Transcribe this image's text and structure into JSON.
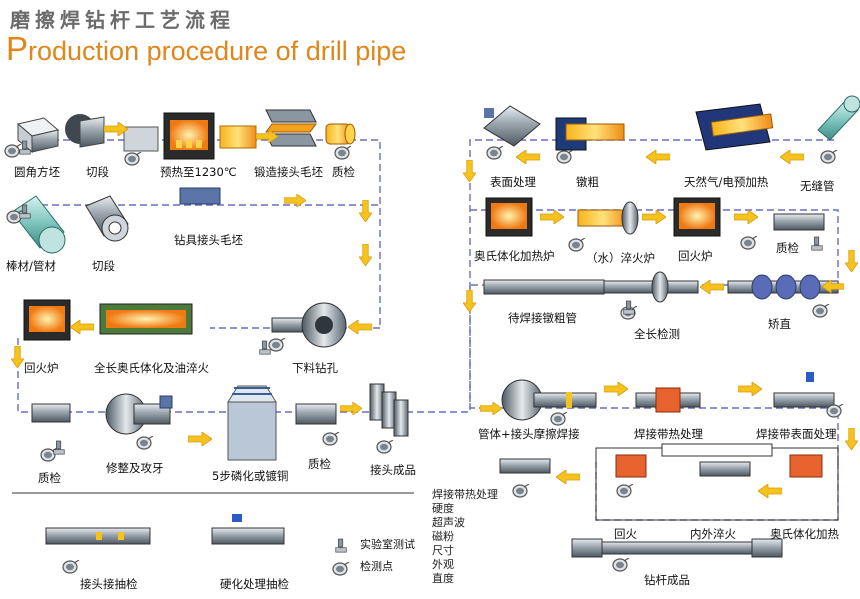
{
  "title": {
    "cn": "磨擦焊钻杆工艺流程",
    "en_initial": "P",
    "en_rest": "roduction procedure of drill pipe"
  },
  "labels": {
    "round_billet": "圆角方坯",
    "cut1": "切段",
    "preheat": "预热至1230℃",
    "forge": "锻造接头毛坯",
    "qc1": "质检",
    "bar_tube": "棒材/管材",
    "cut2": "切段",
    "tool_blank": "钻具接头毛坯",
    "temper": "回火炉",
    "austenite_quench": "全长奥氏体化及油淬火",
    "bore": "下料钻孔",
    "qc2": "质检",
    "trim_tap": "修整及攻牙",
    "phosphate": "5步磷化或镀铜",
    "qc3": "质检",
    "joint_finished": "接头成品",
    "surface_treat": "表面处理",
    "upset": "镦粗",
    "gas_preheat": "天然气/电预加热",
    "seamless": "无缝管",
    "aus_furnace": "奥氏体化加热炉",
    "water_quench": "（水）淬火炉",
    "temper_furnace": "回火炉",
    "qc4": "质检",
    "upset_pipe": "待焊接镦粗管",
    "full_inspect": "全长检测",
    "straighten": "矫直",
    "friction_weld": "管体+接头摩擦焊接",
    "weld_heat": "焊接带热处理",
    "weld_surface": "焊接带表面处理",
    "temper2": "回火",
    "in_out_quench": "内外淬火",
    "aus_heat": "奥氏体化加热",
    "drill_pipe": "钻杆成品",
    "joint_sample": "接头接抽检",
    "harden_sample": "硬化处理抽检"
  },
  "weld_tests": [
    "焊接带热处理",
    "硬度",
    "超声波",
    "磁粉",
    "尺寸",
    "外观",
    "直度"
  ],
  "legend": {
    "lab": "实验室测试",
    "check": "检测点"
  },
  "colors": {
    "flow_line": "#6a6fc2",
    "arrow": "#f6c21e",
    "title_en": "#e0861a",
    "title_cn": "#6b6b6b",
    "steel": "#9aa4ad"
  }
}
